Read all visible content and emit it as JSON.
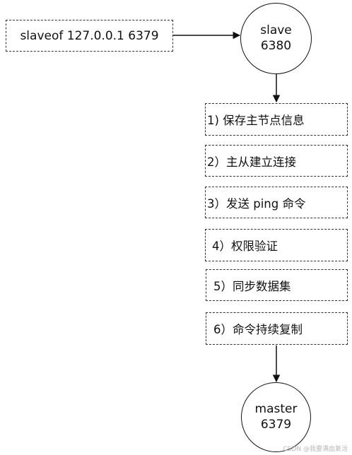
{
  "command": "slaveof 127.0.0.1 6379",
  "slave": {
    "name": "slave",
    "port": "6380"
  },
  "master": {
    "name": "master",
    "port": "6379"
  },
  "steps": [
    "1) 保存主节点信息",
    "2）主从建立连接",
    "3）发送 ping 命令",
    "4）权限验证",
    "5）同步数据集",
    "6）命令持续复制"
  ],
  "watermark": "CSDN @我要满血复活",
  "colors": {
    "line": "#111111",
    "dash": "#333333",
    "watermark": "#b8b8b8"
  }
}
